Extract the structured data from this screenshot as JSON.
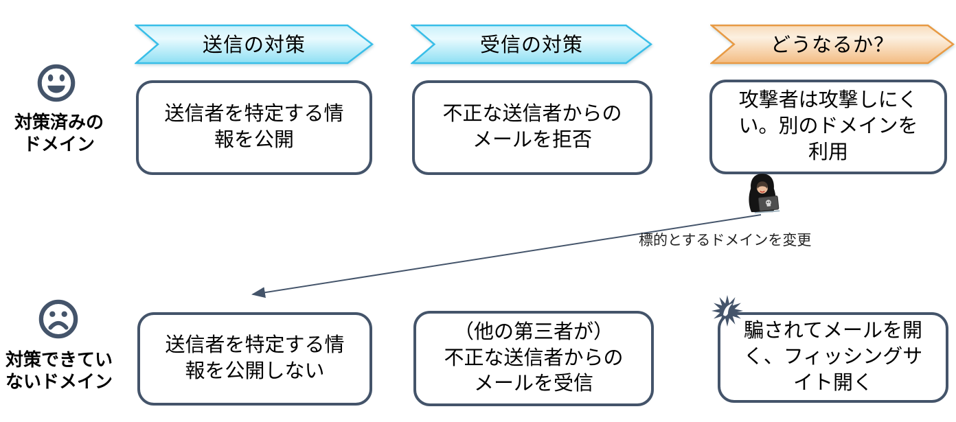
{
  "banners": [
    {
      "label": "送信の対策",
      "theme": "cyan"
    },
    {
      "label": "受信の対策",
      "theme": "cyan"
    },
    {
      "label": "どうなるか？",
      "theme": "orange"
    }
  ],
  "rows": [
    {
      "name": "対策済みの\nドメイン",
      "face": "smiley-face",
      "boxes": [
        "送信者を特定する情\n報を公開",
        "不正な送信者からの\nメールを拒否",
        "攻撃者は攻撃しにく\nい。別のドメインを\n利用"
      ]
    },
    {
      "name": "対策できてい\nないドメイン",
      "face": "sad-face",
      "boxes": [
        "送信者を特定する情\n報を公開しない",
        "（他の第三者が）\n不正な送信者からの\nメールを受信",
        "騙されてメールを開\nく、フィッシングサ\nイト開く"
      ]
    }
  ],
  "annotation": {
    "label": "標的とするドメインを変更"
  },
  "icons": {
    "hacker": "hacker-at-laptop",
    "burst": "explosion-burst",
    "row0_face": "smiley-face",
    "row1_face": "sad-face",
    "arrow": "change-target-arrow"
  },
  "colors": {
    "outline_slate": "#44546A",
    "cyan_border": "#38BEE8",
    "cyan_fill_top": "#C9F1FB",
    "cyan_fill_mid": "#E9FAFE",
    "cyan_fill_bottom": "#8EDFF3",
    "orange_border": "#E89A44",
    "orange_fill_top": "#F8DCBA",
    "orange_fill_mid": "#FCF0E1",
    "orange_fill_bottom": "#F3BC83",
    "arrow_line": "#44546A",
    "text": "#000000"
  }
}
